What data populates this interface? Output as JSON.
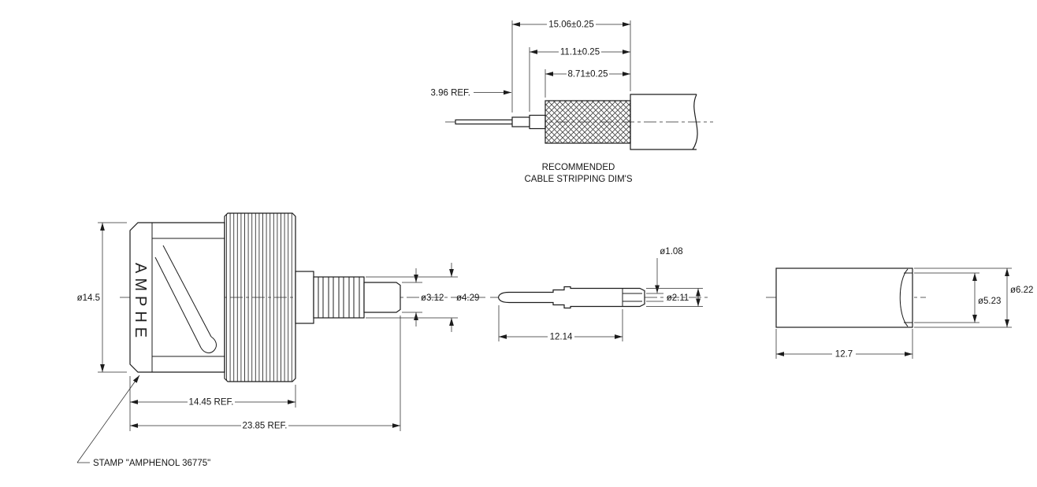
{
  "stripping": {
    "dim_overall": "15.06±0.25",
    "dim_braid": "11.1±0.25",
    "dim_dielectric": "8.71±0.25",
    "dim_conductor": "3.96 REF.",
    "caption_line1": "RECOMMENDED",
    "caption_line2": "CABLE STRIPPING DIM'S"
  },
  "body_view": {
    "dia_coupling_nut": "ø14.5",
    "dia_nose": "ø3.12",
    "dia_shaft": "ø4.29",
    "len_front_ref": "14.45 REF.",
    "len_overall_ref": "23.85 REF.",
    "stamp_marking": "AMPHE",
    "stamp_note": "STAMP \"AMPHENOL 36775\""
  },
  "contact_view": {
    "dia_bore": "ø1.08",
    "dia_outer": "ø2.11",
    "length": "12.14"
  },
  "ferrule_view": {
    "dia_outer": "ø6.22",
    "dia_bore": "ø5.23",
    "length": "12.7"
  },
  "colors": {
    "line": "#1c1c1c",
    "background": "#ffffff"
  }
}
